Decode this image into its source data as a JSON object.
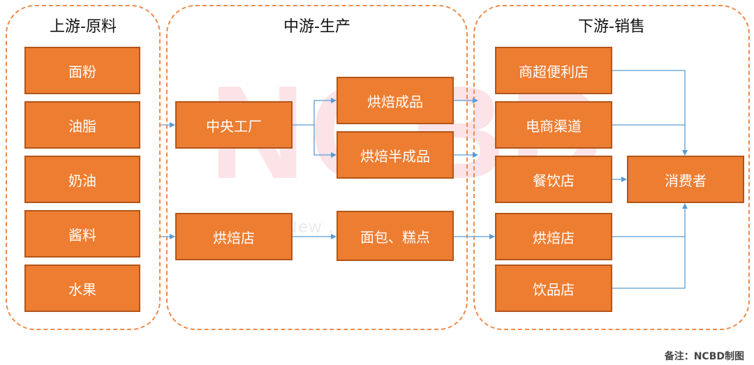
{
  "upstream": {
    "title": "上游-原料",
    "items": [
      "面粉",
      "油脂",
      "奶油",
      "酱料",
      "水果"
    ]
  },
  "midstream": {
    "title": "中游-生产",
    "central_factory": "中央工厂",
    "bakery_shop": "烘焙店",
    "finished_goods": "烘焙成品",
    "semi_finished_goods": "烘焙半成品",
    "bread_pastry": "面包、糕点"
  },
  "downstream": {
    "title": "下游-销售",
    "convenience_store": "商超便利店",
    "ecommerce": "电商渠道",
    "restaurant": "餐饮店",
    "bakery": "烘焙店",
    "drink_shop": "饮品店",
    "consumer": "消费者"
  },
  "watermark": {
    "logo": "NCBD",
    "sub": "New ... Big D"
  },
  "footnote": "备注：NCBD制图",
  "colors": {
    "node_fill": "#ed7d31",
    "node_border": "#b2561a",
    "group_border": "#ee8a4a",
    "arrow": "#5b9bd5"
  }
}
